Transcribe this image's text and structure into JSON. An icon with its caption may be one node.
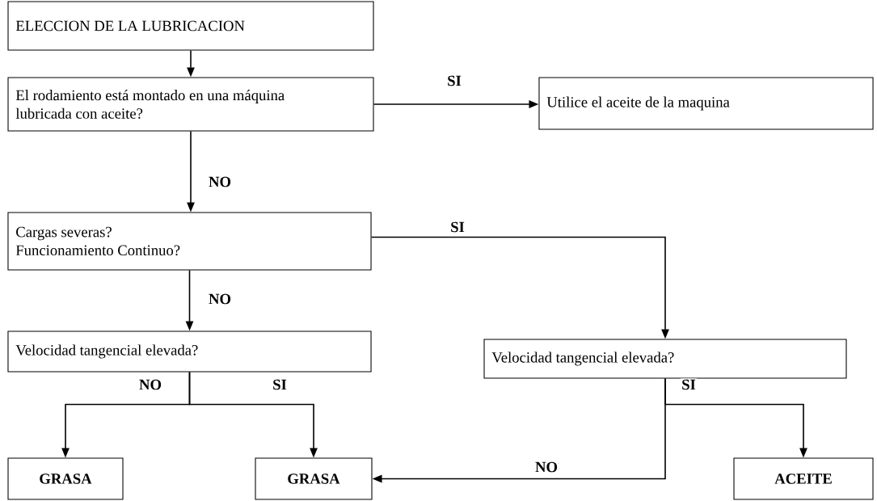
{
  "diagram": {
    "nodes": [
      {
        "text": [
          "ELECCION DE LA LUBRICACION"
        ]
      },
      {
        "text": [
          "El rodamiento está montado en una máquina lubricada con aceite?"
        ]
      },
      {
        "text": [
          "Utilice el aceite de la maquina"
        ]
      },
      {
        "text": [
          "Cargas severas? Funcionamiento Continuo?"
        ]
      },
      {
        "text": [
          "Velocidad tangencial elevada?"
        ]
      },
      {
        "text": [
          "Velocidad tangencial elevada?"
        ]
      },
      {
        "text": [
          "GRASA"
        ]
      },
      {
        "text": [
          "GRASA"
        ]
      },
      {
        "text": [
          "ACEITE"
        ]
      }
    ],
    "edges": [
      {
        "from": 0,
        "to": 1,
        "arrow": "to"
      },
      {
        "from": 1,
        "to": 2,
        "arrow": "to",
        "label": "SI"
      },
      {
        "from": 1,
        "to": 3,
        "arrow": "to",
        "label": "NO"
      },
      {
        "from": 3,
        "to": 5,
        "arrow": "to",
        "label": "SI"
      },
      {
        "from": 3,
        "to": 4,
        "arrow": "to",
        "label": "NO"
      },
      {
        "from": 4,
        "to": 6,
        "arrow": "to",
        "label": "NO"
      },
      {
        "from": 4,
        "to": 7,
        "arrow": "to",
        "label": "SI"
      },
      {
        "from": 5,
        "to": 7,
        "arrow": "to",
        "label": "NO"
      },
      {
        "from": 5,
        "to": 8,
        "arrow": "to",
        "label": "SI"
      }
    ]
  }
}
